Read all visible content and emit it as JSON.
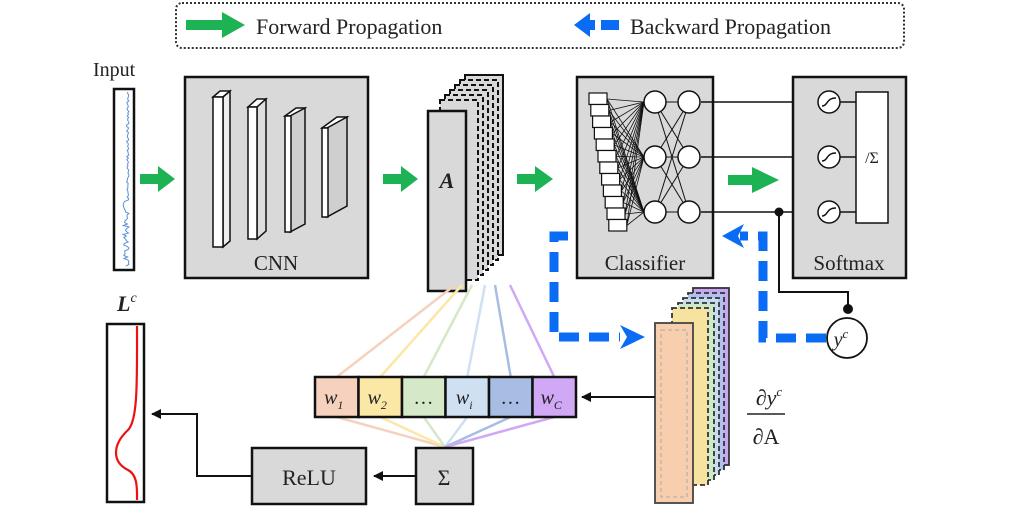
{
  "legend": {
    "forward_label": "Forward Propagation",
    "backward_label": "Backward Propagation",
    "forward_color": "#1db354",
    "backward_color": "#0a6cf5"
  },
  "input": {
    "label": "Input"
  },
  "cnn": {
    "label": "CNN"
  },
  "feature_maps": {
    "label": "A"
  },
  "classifier": {
    "label": "Classifier"
  },
  "softmax": {
    "label": "Softmax",
    "normalizer_label": "/Σ"
  },
  "target": {
    "base": "y",
    "sup": "c"
  },
  "gradient": {
    "numerator_base": "∂y",
    "numerator_sup": "c",
    "denominator": "∂A"
  },
  "weights": {
    "cells": [
      {
        "base": "w",
        "sub": "1",
        "color": "#f6d1bd"
      },
      {
        "base": "w",
        "sub": "2",
        "color": "#fbe7a6"
      },
      {
        "base": "…",
        "sub": "",
        "color": "#d5e8c8"
      },
      {
        "base": "w",
        "sub": "i",
        "color": "#cfe0f2"
      },
      {
        "base": "…",
        "sub": "",
        "color": "#a8bde4"
      },
      {
        "base": "w",
        "sub": "C",
        "color": "#d0a8f5"
      }
    ]
  },
  "sum_block": {
    "label": "Σ"
  },
  "relu_block": {
    "label": "ReLU"
  },
  "output_map": {
    "base": "L",
    "sup": "c",
    "curve_color": "#ee1111"
  },
  "colors": {
    "block_fill": "#d9d9d9",
    "stroke": "#111111"
  }
}
